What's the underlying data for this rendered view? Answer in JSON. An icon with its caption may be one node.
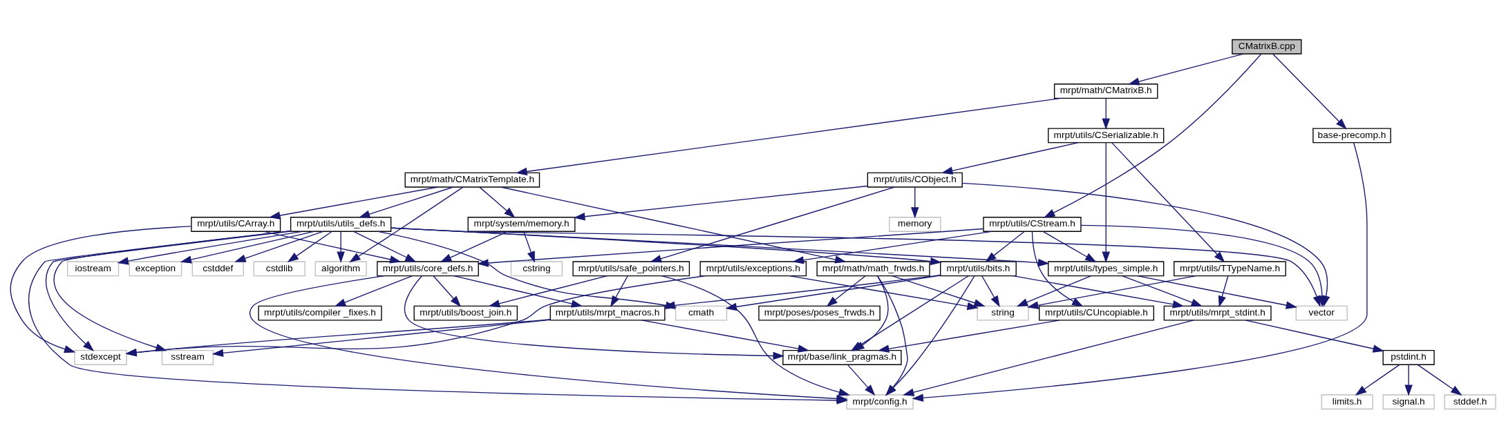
{
  "diagram": {
    "nodes": [
      {
        "text": [
          "CMatrixB.cpp"
        ]
      },
      {
        "text": [
          "mrpt/math/CMatrixB.h"
        ]
      },
      {
        "text": [
          "base-precomp.h"
        ]
      },
      {
        "text": [
          "mrpt/utils/CSerializable.h"
        ]
      },
      {
        "text": [
          "mrpt/math/CMatrixTemplate.h"
        ]
      },
      {
        "text": [
          "mrpt/utils/CObject.h"
        ]
      },
      {
        "text": [
          "mrpt/utils/CArray.h"
        ]
      },
      {
        "text": [
          "mrpt/utils/utils_defs.h"
        ]
      },
      {
        "text": [
          "mrpt/system/memory.h"
        ]
      },
      {
        "text": [
          "memory"
        ]
      },
      {
        "text": [
          "mrpt/utils/CStream.h"
        ]
      },
      {
        "text": [
          "mrpt/math/math_frwds.h"
        ]
      },
      {
        "text": [
          "algorithm"
        ]
      },
      {
        "text": [
          "cstddef"
        ]
      },
      {
        "text": [
          "cstdlib"
        ]
      },
      {
        "text": [
          "iostream"
        ]
      },
      {
        "text": [
          "exception"
        ]
      },
      {
        "text": [
          "mrpt/utils/core_defs.h"
        ]
      },
      {
        "text": [
          "cstring"
        ]
      },
      {
        "text": [
          "mrpt/utils/safe_pointers.h"
        ]
      },
      {
        "text": [
          "mrpt/utils/exceptions.h"
        ]
      },
      {
        "text": [
          "mrpt/utils/bits.h"
        ]
      },
      {
        "text": [
          "mrpt/utils/types_simple.h"
        ]
      },
      {
        "text": [
          "mrpt/utils/TTypeName.h"
        ]
      },
      {
        "text": [
          "mrpt/poses/poses_frwds.h"
        ]
      },
      {
        "text": [
          "mrpt/utils/compiler _fixes.h"
        ]
      },
      {
        "text": [
          "mrpt/utils/boost_join.h"
        ]
      },
      {
        "text": [
          "mrpt/utils/mrpt_macros.h"
        ]
      },
      {
        "text": [
          "mrpt/utils/CUncopiable.h"
        ]
      },
      {
        "text": [
          "cmath"
        ]
      },
      {
        "text": [
          "string"
        ]
      },
      {
        "text": [
          "mrpt/utils/mrpt_stdint.h"
        ]
      },
      {
        "text": [
          "vector"
        ]
      },
      {
        "text": [
          "stdexcept"
        ]
      },
      {
        "text": [
          "sstream"
        ]
      },
      {
        "text": [
          "mrpt/base/link_pragmas.h"
        ]
      },
      {
        "text": [
          "pstdint.h"
        ]
      },
      {
        "text": [
          "mrpt/config.h"
        ]
      },
      {
        "text": [
          "limits.h"
        ]
      },
      {
        "text": [
          "signal.h"
        ]
      },
      {
        "text": [
          "stddef.h"
        ]
      }
    ],
    "edges": [
      {
        "from": 0,
        "to": 2,
        "arrow": "to"
      },
      {
        "from": 0,
        "to": 1,
        "arrow": "to"
      },
      {
        "from": 0,
        "to": 10,
        "arrow": "to"
      },
      {
        "from": 2,
        "to": 37,
        "arrow": "to"
      },
      {
        "from": 1,
        "to": 4,
        "arrow": "to"
      },
      {
        "from": 1,
        "to": 3,
        "arrow": "to"
      },
      {
        "from": 3,
        "to": 5,
        "arrow": "to"
      },
      {
        "from": 3,
        "to": 22,
        "arrow": "to"
      },
      {
        "from": 3,
        "to": 23,
        "arrow": "to"
      },
      {
        "from": 5,
        "to": 8,
        "arrow": "to"
      },
      {
        "from": 5,
        "to": 9,
        "arrow": "to"
      },
      {
        "from": 5,
        "to": 19,
        "arrow": "to"
      },
      {
        "from": 5,
        "to": 32,
        "arrow": "to"
      },
      {
        "from": 4,
        "to": 11,
        "arrow": "to"
      },
      {
        "from": 4,
        "to": 12,
        "arrow": "to"
      },
      {
        "from": 4,
        "to": 6,
        "arrow": "to"
      },
      {
        "from": 4,
        "to": 7,
        "arrow": "to"
      },
      {
        "from": 4,
        "to": 8,
        "arrow": "to"
      },
      {
        "from": 6,
        "to": 17,
        "arrow": "to"
      },
      {
        "from": 6,
        "to": 33,
        "arrow": "to"
      },
      {
        "from": 7,
        "to": 12,
        "arrow": "to"
      },
      {
        "from": 7,
        "to": 13,
        "arrow": "to"
      },
      {
        "from": 7,
        "to": 14,
        "arrow": "to"
      },
      {
        "from": 7,
        "to": 15,
        "arrow": "to"
      },
      {
        "from": 7,
        "to": 16,
        "arrow": "to"
      },
      {
        "from": 7,
        "to": 17,
        "arrow": "to"
      },
      {
        "from": 7,
        "to": 33,
        "arrow": "to"
      },
      {
        "from": 7,
        "to": 34,
        "arrow": "to"
      },
      {
        "from": 7,
        "to": 29,
        "arrow": "to"
      },
      {
        "from": 7,
        "to": 21,
        "arrow": "to"
      },
      {
        "from": 7,
        "to": 22,
        "arrow": "to"
      },
      {
        "from": 7,
        "to": 32,
        "arrow": "to"
      },
      {
        "from": 7,
        "to": 37,
        "arrow": "to"
      },
      {
        "from": 8,
        "to": 17,
        "arrow": "to"
      },
      {
        "from": 8,
        "to": 18,
        "arrow": "to"
      },
      {
        "from": 10,
        "to": 17,
        "arrow": "to"
      },
      {
        "from": 10,
        "to": 20,
        "arrow": "to"
      },
      {
        "from": 10,
        "to": 21,
        "arrow": "to"
      },
      {
        "from": 10,
        "to": 22,
        "arrow": "to"
      },
      {
        "from": 10,
        "to": 28,
        "arrow": "to"
      },
      {
        "from": 10,
        "to": 32,
        "arrow": "to"
      },
      {
        "from": 11,
        "to": 24,
        "arrow": "to"
      },
      {
        "from": 11,
        "to": 30,
        "arrow": "to"
      },
      {
        "from": 11,
        "to": 35,
        "arrow": "to"
      },
      {
        "from": 11,
        "to": 37,
        "arrow": "to"
      },
      {
        "from": 17,
        "to": 25,
        "arrow": "to"
      },
      {
        "from": 17,
        "to": 26,
        "arrow": "to"
      },
      {
        "from": 17,
        "to": 27,
        "arrow": "to"
      },
      {
        "from": 17,
        "to": 35,
        "arrow": "to"
      },
      {
        "from": 17,
        "to": 37,
        "arrow": "to"
      },
      {
        "from": 19,
        "to": 26,
        "arrow": "to"
      },
      {
        "from": 19,
        "to": 27,
        "arrow": "to"
      },
      {
        "from": 19,
        "to": 37,
        "arrow": "to"
      },
      {
        "from": 20,
        "to": 30,
        "arrow": "to"
      },
      {
        "from": 20,
        "to": 33,
        "arrow": "to"
      },
      {
        "from": 21,
        "to": 27,
        "arrow": "to"
      },
      {
        "from": 21,
        "to": 29,
        "arrow": "to"
      },
      {
        "from": 21,
        "to": 30,
        "arrow": "to"
      },
      {
        "from": 21,
        "to": 31,
        "arrow": "to"
      },
      {
        "from": 21,
        "to": 35,
        "arrow": "to"
      },
      {
        "from": 21,
        "to": 37,
        "arrow": "to"
      },
      {
        "from": 22,
        "to": 30,
        "arrow": "to"
      },
      {
        "from": 22,
        "to": 31,
        "arrow": "to"
      },
      {
        "from": 22,
        "to": 32,
        "arrow": "to"
      },
      {
        "from": 23,
        "to": 30,
        "arrow": "to"
      },
      {
        "from": 23,
        "to": 31,
        "arrow": "to"
      },
      {
        "from": 27,
        "to": 33,
        "arrow": "to"
      },
      {
        "from": 27,
        "to": 34,
        "arrow": "to"
      },
      {
        "from": 27,
        "to": 35,
        "arrow": "to"
      },
      {
        "from": 28,
        "to": 35,
        "arrow": "to"
      },
      {
        "from": 35,
        "to": 37,
        "arrow": "to"
      },
      {
        "from": 31,
        "to": 36,
        "arrow": "to"
      },
      {
        "from": 31,
        "to": 37,
        "arrow": "to"
      },
      {
        "from": 36,
        "to": 38,
        "arrow": "to"
      },
      {
        "from": 36,
        "to": 39,
        "arrow": "to"
      },
      {
        "from": 36,
        "to": 40,
        "arrow": "to"
      }
    ]
  }
}
